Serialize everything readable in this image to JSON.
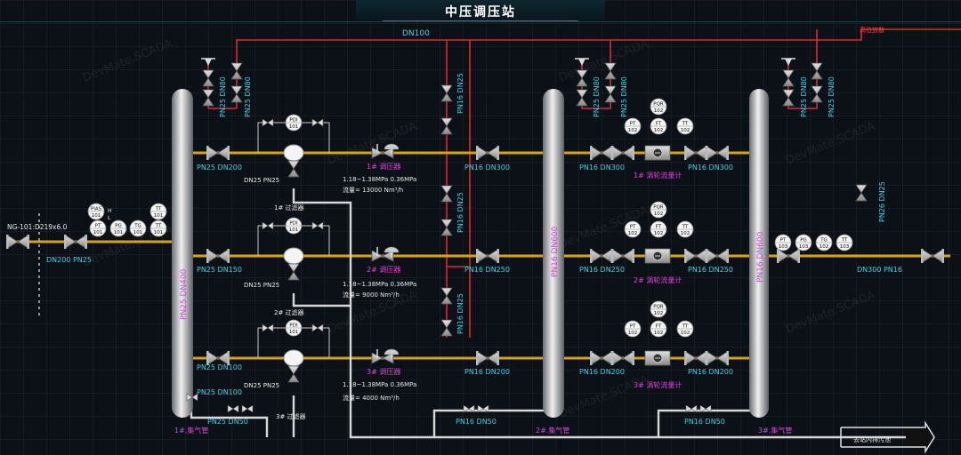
{
  "title": "中压调压站",
  "watermark": "DevMate.SCADA",
  "colors": {
    "gas_pipe": "#d6a312",
    "vent_pipe": "#e02828",
    "drain_pipe": "#d8d8d8",
    "size_text": "#3fd0e6",
    "equipment_text": "#e040e0"
  },
  "labels": {
    "vent_header": "DN100",
    "vent_outlet": "高位放散",
    "inlet_tag": "NG-101:D219x6.0",
    "inlet_size": "DN200  PN25",
    "alarm_h": "H",
    "alarm_l": "L",
    "vent_valve": "PN25  DN80",
    "vent_riser": "PN16  DN25",
    "outlet_vent": "PN26  DN25",
    "filter_bypass": "DN25  PN25",
    "drain_size_a": "PN25  DN100",
    "drain_size_b": "PN25  DN50",
    "drain1": "1#.集气管",
    "drain2_size": "PN16  DN50",
    "drain2": "2#.集气管",
    "drain3_size": "PN16  DN50",
    "drain3": "3#.集气管",
    "drain_destination": "去站内排污池",
    "outlet_size": "DN300  PN16",
    "vessel1": "PN25  DN400",
    "vessel2": "PN16  DN600",
    "vessel3": "PN16  DN600",
    "line1": {
      "inlet_size": "PN25  DN200",
      "filter": "1#  过滤器",
      "regulator": "1#  调压器",
      "pressure": "1.18~1.38MPa  0.36MPa",
      "flow": "流量=  13000   Nm³/h",
      "mid_size": "PN16  DN300",
      "meter_in": "PN16  DN300",
      "meter_out": "PN16  DN300",
      "meter": "1#  涡轮流量计"
    },
    "line2": {
      "inlet_size": "PN25  DN150",
      "filter": "2#  过滤器",
      "regulator": "2#  调压器",
      "pressure": "1.18~1.38MPa  0.36MPa",
      "flow": "流量=   9000    Nm³/h",
      "mid_size": "PN16  DN250",
      "meter_in": "PN16  DN250",
      "meter_out": "PN16  DN250",
      "meter": "2#  涡轮流量计"
    },
    "line3": {
      "inlet_size": "PN25  DN100",
      "filter": "3#  过滤器",
      "regulator": "3#  调压器",
      "pressure": "1.18~1.38MPa  0.36MPa",
      "flow": "流量=   4000    Nm³/h",
      "mid_size": "PN16  DN200",
      "meter_in": "PN16  DN200",
      "meter_out": "PN16  DN200",
      "meter": "3#  涡轮流量计"
    }
  },
  "instruments": [
    {
      "tag": "PIAS",
      "num": "101",
      "line": "inlet"
    },
    {
      "tag": "TT",
      "num": "101",
      "line": "inlet"
    },
    {
      "tag": "PT",
      "num": "101",
      "line": "inlet"
    },
    {
      "tag": "PG",
      "num": "101",
      "line": "inlet"
    },
    {
      "tag": "TG",
      "num": "101",
      "line": "inlet"
    },
    {
      "tag": "TT",
      "num": "101",
      "line": "inlet"
    },
    {
      "tag": "PDI",
      "num": "101",
      "line": "1"
    },
    {
      "tag": "PDI",
      "num": "101",
      "line": "2"
    },
    {
      "tag": "PDI",
      "num": "101",
      "line": "3"
    },
    {
      "tag": "PQR",
      "num": "102",
      "line": "1"
    },
    {
      "tag": "PT",
      "num": "102",
      "line": "1"
    },
    {
      "tag": "FT",
      "num": "102",
      "line": "1"
    },
    {
      "tag": "TT",
      "num": "102",
      "line": "1"
    },
    {
      "tag": "PQR",
      "num": "102",
      "line": "2"
    },
    {
      "tag": "PT",
      "num": "102",
      "line": "2"
    },
    {
      "tag": "FT",
      "num": "102",
      "line": "2"
    },
    {
      "tag": "TT",
      "num": "102",
      "line": "2"
    },
    {
      "tag": "PQR",
      "num": "102",
      "line": "3"
    },
    {
      "tag": "PT",
      "num": "102",
      "line": "3"
    },
    {
      "tag": "FT",
      "num": "102",
      "line": "3"
    },
    {
      "tag": "TT",
      "num": "102",
      "line": "3"
    },
    {
      "tag": "PT",
      "num": "103",
      "line": "outlet"
    },
    {
      "tag": "PG",
      "num": "103",
      "line": "outlet"
    },
    {
      "tag": "TG",
      "num": "102",
      "line": "outlet"
    },
    {
      "tag": "TT",
      "num": "103",
      "line": "outlet"
    }
  ]
}
